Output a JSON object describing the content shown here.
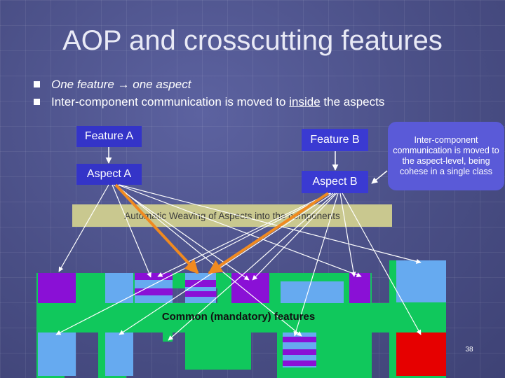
{
  "title": "AOP and crosscutting features",
  "bullets": {
    "b1_a": "One feature",
    "b1_arrow": "→",
    "b1_b": "one aspect",
    "b2_pre": "Inter-component communication is moved to",
    "b2_u": "inside",
    "b2_post": "the aspects"
  },
  "boxes": {
    "feature_a": "Feature A",
    "aspect_a": "Aspect A",
    "feature_b": "Feature B",
    "aspect_b": "Aspect B"
  },
  "callout": "Inter-component communication is moved to the aspect-level, being cohese in a single class",
  "weaving": "Automatic Weaving of Aspects into the components",
  "common": "Common (mandatory) features",
  "page_number": "38",
  "colors": {
    "purple": "#8a10d6",
    "light_blue": "#66aaf0",
    "green": "#10c85c",
    "red": "#e60000",
    "orange_arrow": "#f08a20"
  }
}
